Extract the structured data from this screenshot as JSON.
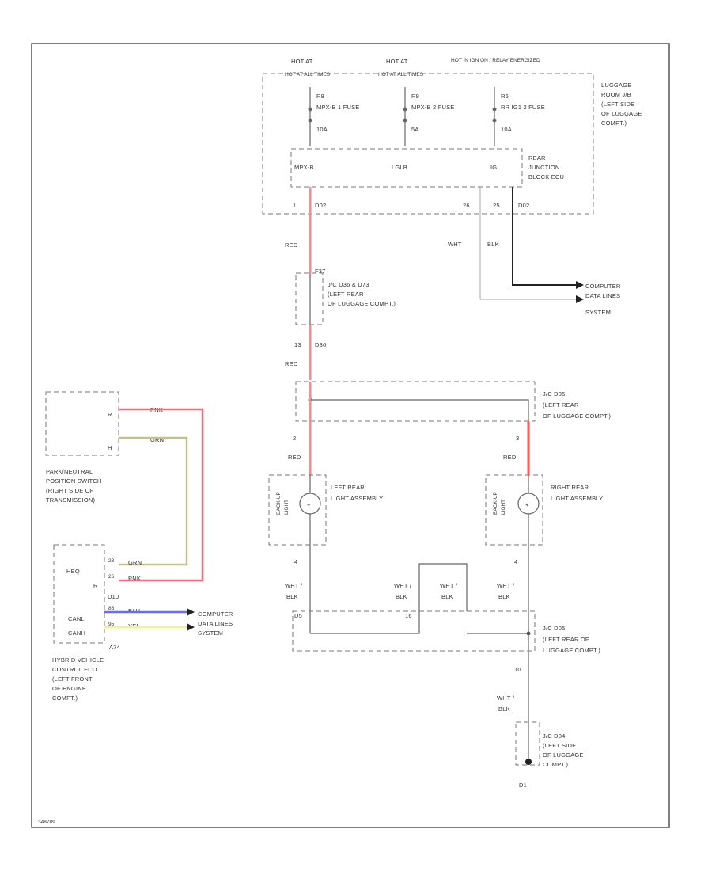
{
  "junction_block": {
    "hot_labels": [
      "HOT AT ALL TIMES",
      "HOT AT ALL TIMES",
      "HOT IN IGN ON / RELAY ENERGIZED"
    ],
    "fuses": [
      {
        "id": "R8",
        "name": "MPX-B 1 FUSE",
        "amps": "10A"
      },
      {
        "id": "R9",
        "name": "MPX-B 2 FUSE",
        "amps": "5A"
      },
      {
        "id": "R6",
        "name": "RR IG1 2 FUSE",
        "amps": "10A"
      }
    ],
    "location": [
      "LUGGAGE",
      "ROOM J/B",
      "(LEFT SIDE",
      "OF LUGGAGE",
      "COMPT.)"
    ],
    "ecu_name": [
      "REAR",
      "JUNCTION",
      "BLOCK ECU"
    ],
    "ecu_pins": [
      "MPX-B",
      "LGLB",
      "IG"
    ],
    "terminals": [
      "1",
      "D02",
      "26",
      "25",
      "D02"
    ],
    "wire_colors": [
      "RED",
      "WHT",
      "BLK"
    ]
  },
  "computer_data_lines": [
    "COMPUTER",
    "DATA LINES",
    "SYSTEM"
  ],
  "jc1": {
    "connector": "F37",
    "location": [
      "J/C D36 & D73",
      "(LEFT REAR",
      "OF LUGGAGE COMPT.)"
    ],
    "pins": [
      "13",
      "D36"
    ],
    "wire": "RED"
  },
  "jc2": {
    "location": [
      "J/C D05",
      "(LEFT REAR",
      "OF LUGGAGE COMPT.)"
    ],
    "pins": [
      "2",
      "3"
    ],
    "wire": "RED"
  },
  "left_lamp": {
    "name": [
      "LEFT REAR",
      "LIGHT ASSEMBLY"
    ],
    "lamp": [
      "BACK-UP",
      "LIGHT"
    ],
    "pin": "4",
    "wire": [
      "WHT /",
      "BLK"
    ]
  },
  "right_lamp": {
    "name": [
      "RIGHT REAR",
      "LIGHT ASSEMBLY"
    ],
    "lamp": [
      "BACK-UP",
      "LIGHT"
    ],
    "pin": "4",
    "wire": [
      "WHT /",
      "BLK"
    ]
  },
  "mid_wires": [
    [
      "WHT /",
      "BLK"
    ],
    [
      "WHT /",
      "BLK"
    ]
  ],
  "jc3": {
    "location": [
      "J/C D05",
      "(LEFT REAR OF",
      "LUGGAGE COMPT.)"
    ],
    "pins": [
      "D5",
      "16"
    ],
    "pin_out": "10",
    "wire": [
      "WHT /",
      "BLK"
    ]
  },
  "jc4": {
    "location": [
      "J/C D04",
      "(LEFT SIDE",
      "OF LUGGAGE",
      "COMPT.)"
    ],
    "ground": "D1"
  },
  "pn_switch": {
    "pins": [
      "R",
      "H"
    ],
    "wires": [
      "PNK",
      "GRN"
    ],
    "name": [
      "PARK/NEUTRAL",
      "POSITION SWITCH",
      "(RIGHT SIDE OF",
      "TRANSMISSION)"
    ]
  },
  "hv_ecu": {
    "pins": [
      "HEQ",
      "R",
      "D10",
      "CANL",
      "CANH"
    ],
    "terminals": [
      "23",
      "26",
      "86",
      "95"
    ],
    "wires": [
      "GRN",
      "PNK",
      "BLU",
      "YEL"
    ],
    "connector": "A74",
    "name": [
      "HYBRID VEHICLE",
      "CONTROL ECU",
      "(LEFT FRONT",
      "OF ENGINE",
      "COMPT.)"
    ]
  },
  "figure_id": "348789",
  "colors": {
    "red": "#ff8a8a",
    "pink": "#ff6680",
    "green": "#c8c088",
    "blue": "#6a6aff",
    "yellow": "#f0f09a",
    "black": "#222222",
    "white": "#bbbbbb"
  }
}
